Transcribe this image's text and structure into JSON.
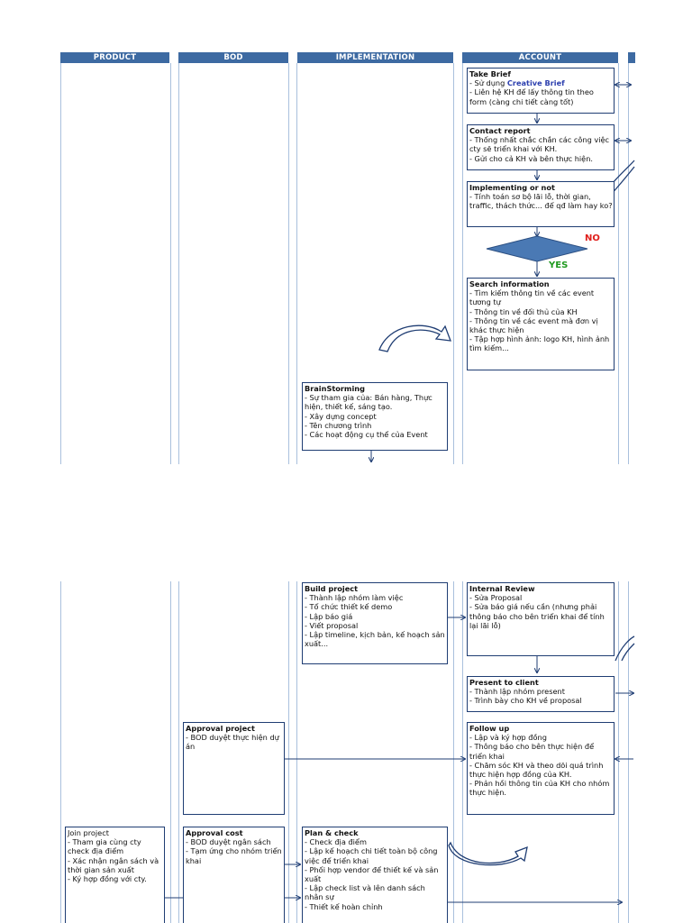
{
  "headers": {
    "product": "PRODUCT",
    "bod": "BOD",
    "implementation": "IMPLEMENTATION",
    "account": "ACCOUNT"
  },
  "colors": {
    "header_bg": "#3d6aa2",
    "box_border": "#1f3d73",
    "diamond": "#4a79b4",
    "no": "#e0201c",
    "yes": "#1f9a1f"
  },
  "boxes": {
    "take_brief": {
      "title": "Take Brief",
      "line1_prefix": "- Sử dụng ",
      "line1_highlight": "Creative Brief",
      "line2": "- Liên hệ KH để lấy thông tin theo form (càng chi tiết càng tốt)"
    },
    "contact_report": {
      "title": "Contact report",
      "lines": [
        "- Thống nhất chắc chắn các công việc cty sẽ triển khai với KH.",
        "- Gửi cho cả KH và bên thực hiện."
      ]
    },
    "implementing": {
      "title": "Implementing or not",
      "lines": [
        "- Tính toán sơ bộ lãi lỗ, thời gian, traffic, thách thức... để qđ làm hay ko?"
      ]
    },
    "search_info": {
      "title": "Search information",
      "lines": [
        "- Tìm kiếm thông tin về các event tương tự",
        "- Thông tin về đối thủ của KH",
        "- Thông tin về các event mà đơn vị khác thực hiện",
        "- Tập hợp hình ảnh: logo KH, hình ảnh tìm kiếm..."
      ]
    },
    "brainstorming": {
      "title": "BrainStorming",
      "lines": [
        "- Sự tham gia của: Bán hàng, Thực hiện, thiết kế, sáng tạo.",
        "- Xây dựng concept",
        "- Tên chương trình",
        "- Các hoạt động cụ thể của Event"
      ]
    },
    "build_project": {
      "title": "Build project",
      "lines": [
        "- Thành lập nhóm làm việc",
        "- Tổ chức thiết kế demo",
        "- Lập báo giá",
        "- Viết proposal",
        "- Lập timeline, kịch bản, kế hoạch sản xuất..."
      ]
    },
    "internal_review": {
      "title": "Internal Review",
      "lines": [
        "- Sửa Proposal",
        "- Sửa báo giá nếu cần (nhưng phải thông báo cho bên triển khai để tính lại lãi lỗ)"
      ]
    },
    "present_client": {
      "title": "Present to client",
      "lines": [
        "- Thành lập nhóm present",
        "- Trình bày cho KH về proposal"
      ]
    },
    "approval_project": {
      "title": "Approval project",
      "lines": [
        "- BOD duyệt thực hiện dự án"
      ]
    },
    "follow_up": {
      "title": "Follow up",
      "lines": [
        "- Lập và ký hợp đồng",
        "- Thông báo cho bên thực hiện để triển khai",
        "- Chăm sóc KH và theo dõi quá trình thực hiện hợp đồng của KH.",
        "- Phản hồi thông tin của KH cho nhóm thực hiện."
      ]
    },
    "join_project": {
      "title": "Join project",
      "lines": [
        "- Tham gia cùng cty check địa điểm",
        "- Xác nhận ngân sách và thời gian sản xuất",
        "- Ký hợp đồng với cty."
      ]
    },
    "approval_cost": {
      "title": "Approval cost",
      "lines": [
        "- BOD duyệt ngân sách",
        "- Tạm ứng cho nhóm triển khai"
      ]
    },
    "plan_check": {
      "title": "Plan & check",
      "lines": [
        "- Check địa điểm",
        "- Lập kế hoạch chi tiết toàn bộ công việc để triển khai",
        "- Phối hợp vendor để thiết kế và sản xuất",
        "- Lập check list và lên danh sách nhân sự",
        "- Thiết kế hoàn chỉnh"
      ]
    }
  },
  "decision": {
    "no": "NO",
    "yes": "YES"
  }
}
